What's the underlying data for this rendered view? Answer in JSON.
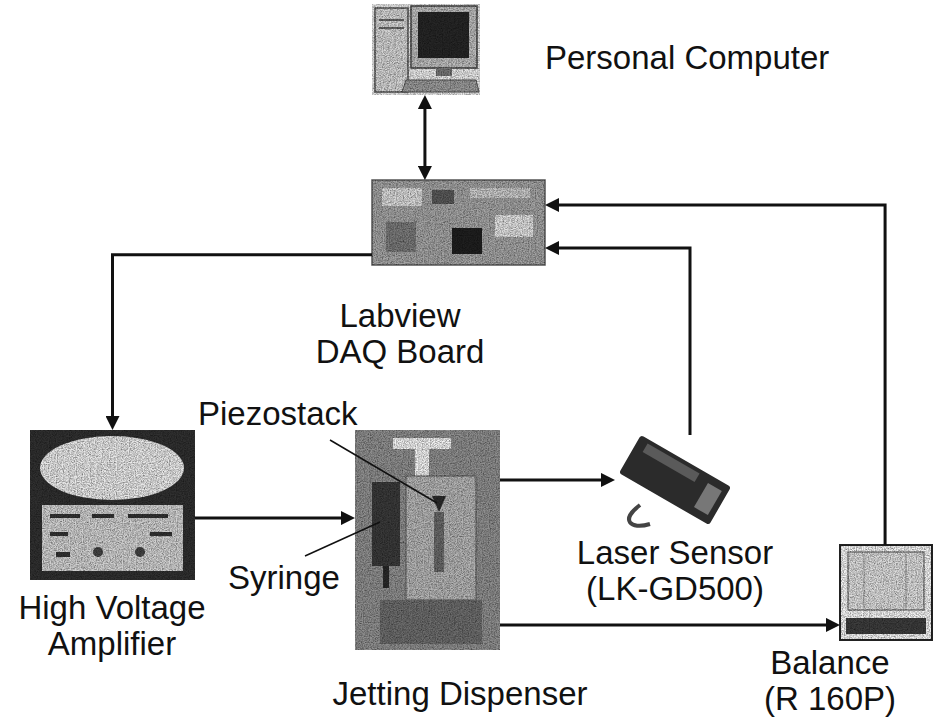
{
  "diagram": {
    "nodes": [
      {
        "text": [
          "Personal Computer"
        ]
      },
      {
        "text": [
          "Labview DAQ Board"
        ]
      },
      {
        "text": [
          "High Voltage Amplifier"
        ]
      },
      {
        "text": [
          "Jetting Dispenser"
        ]
      },
      {
        "text": [
          "Laser Sensor (LK-GD500)"
        ]
      },
      {
        "text": [
          "Balance (R 160P)"
        ]
      }
    ],
    "edges": [
      {
        "from": 0,
        "to": 1,
        "arrow": "both"
      },
      {
        "from": 1,
        "to": 2,
        "arrow": "to"
      },
      {
        "from": 2,
        "to": 3,
        "arrow": "to"
      },
      {
        "from": 3,
        "to": 4,
        "arrow": "to"
      },
      {
        "from": 3,
        "to": 5,
        "arrow": "to"
      },
      {
        "from": 4,
        "to": 1,
        "arrow": "to"
      },
      {
        "from": 5,
        "to": 1,
        "arrow": "to"
      }
    ],
    "labels": [
      "Piezostack",
      "Syringe"
    ]
  }
}
